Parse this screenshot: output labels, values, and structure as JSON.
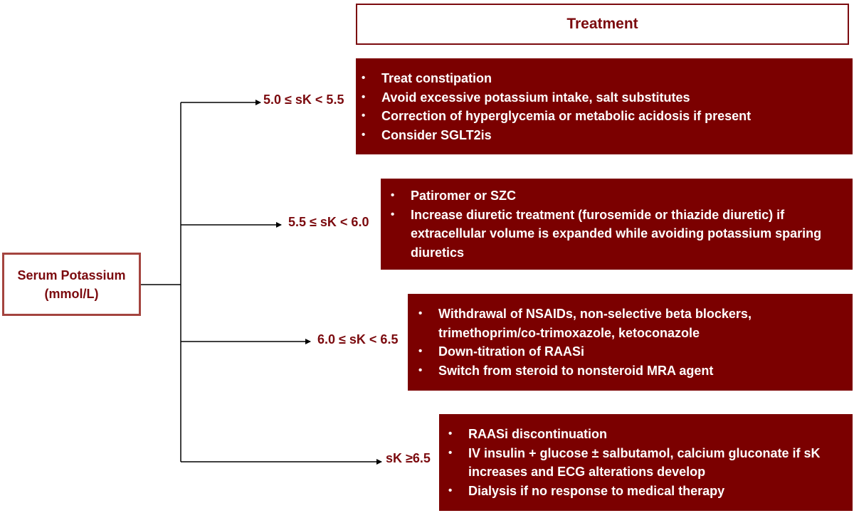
{
  "header": {
    "title": "Treatment"
  },
  "root": {
    "line1": "Serum Potassium",
    "line2": "(mmol/L)"
  },
  "colors": {
    "accent": "#7b0000",
    "border": "#a4443f",
    "text_on_accent": "#ffffff"
  },
  "branches": [
    {
      "range": "5.0 ≤ sK < 5.5",
      "items": [
        "Treat constipation",
        "Avoid excessive potassium intake, salt substitutes",
        "Correction of hyperglycemia or metabolic acidosis if present",
        "Consider SGLT2is"
      ]
    },
    {
      "range": "5.5 ≤ sK < 6.0",
      "items": [
        "Patiromer or SZC",
        "Increase diuretic treatment (furosemide or thiazide diuretic) if extracellular volume  is expanded while avoiding potassium sparing diuretics"
      ]
    },
    {
      "range": "6.0 ≤ sK < 6.5",
      "items": [
        "Withdrawal of NSAIDs, non-selective beta blockers, trimethoprim/co-trimoxazole, ketoconazole",
        "Down-titration of RAASi",
        "Switch from steroid to nonsteroid MRA agent"
      ]
    },
    {
      "range": "sK ≥6.5",
      "items": [
        "RAASi discontinuation",
        "IV insulin + glucose ± salbutamol, calcium gluconate if sK increases and ECG alterations develop",
        "Dialysis if no response to medical therapy"
      ]
    }
  ]
}
